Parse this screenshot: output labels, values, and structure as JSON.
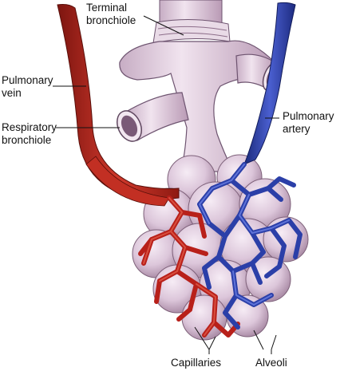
{
  "labels": {
    "terminal_bronchiole": "Terminal\nbronchiole",
    "pulmonary_vein": "Pulmonary\nvein",
    "pulmonary_artery": "Pulmonary\nartery",
    "respiratory_bronchiole": "Respiratory\nbronchiole",
    "capillaries": "Capillaries",
    "alveoli": "Alveoli"
  },
  "colors": {
    "vein": "#b8201a",
    "artery": "#2b3fa8",
    "tissue": "#e3cfe0",
    "tissue_shadow": "#b79bb4",
    "background": "#ffffff"
  }
}
